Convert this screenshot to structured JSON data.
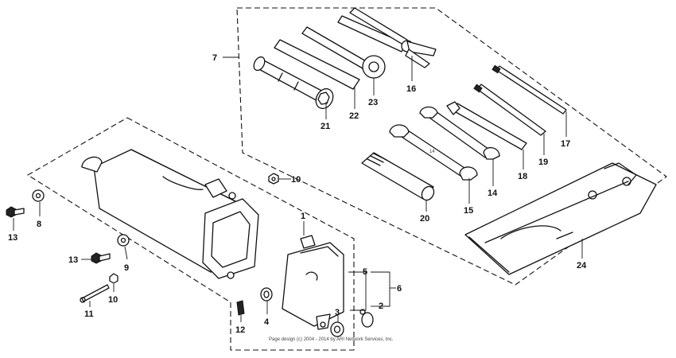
{
  "callouts": {
    "c1": "1",
    "c2": "2",
    "c3": "3",
    "c4": "4",
    "c5": "5",
    "c6": "6",
    "c7": "7",
    "c8": "8",
    "c9": "9",
    "c10a": "10",
    "c10b": "10",
    "c11": "11",
    "c12": "12",
    "c13a": "13",
    "c13b": "13",
    "c14": "14",
    "c15": "15",
    "c16": "16",
    "c17": "17",
    "c18": "18",
    "c19": "19",
    "c20": "20",
    "c21": "21",
    "c22": "22",
    "c23": "23",
    "c24": "24"
  },
  "footer": "Page design (c) 2004 - 2014 by ARI Network Services, Inc.",
  "colors": {
    "ink": "#111111",
    "background": "#ffffff"
  }
}
